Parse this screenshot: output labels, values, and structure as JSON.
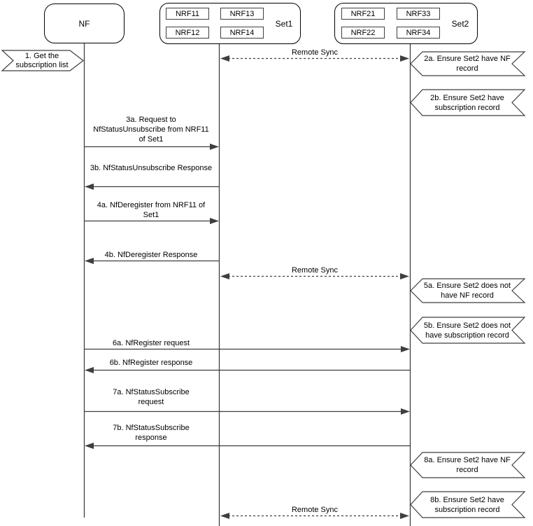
{
  "diagram": {
    "participants": {
      "nf": {
        "label": "NF"
      },
      "set1": {
        "label": "Set1",
        "nodes": [
          "NRF11",
          "NRF13",
          "NRF12",
          "NRF14"
        ]
      },
      "set2": {
        "label": "Set2",
        "nodes": [
          "NRF21",
          "NRF33",
          "NRF22",
          "NRF34"
        ]
      }
    },
    "sync_label": "Remote Sync",
    "notes": {
      "n1": {
        "lines": [
          "1. Get the",
          "subscription list"
        ]
      },
      "n2a": {
        "lines": [
          "2a. Ensure Set2 have NF",
          "record"
        ]
      },
      "n2b": {
        "lines": [
          "2b. Ensure Set2 have",
          "subscription record"
        ]
      },
      "n5a": {
        "lines": [
          "5a. Ensure Set2 does not",
          "have NF record"
        ]
      },
      "n5b": {
        "lines": [
          "5b. Ensure Set2 does not",
          "have subscription record"
        ]
      },
      "n8a": {
        "lines": [
          "8a. Ensure Set2 have NF",
          "record"
        ]
      },
      "n8b": {
        "lines": [
          "8b. Ensure Set2 have",
          "subscription record"
        ]
      }
    },
    "messages": {
      "m3a": {
        "lines": [
          "3a. Request to",
          "NfStatusUnsubscribe from NRF11",
          "of Set1"
        ]
      },
      "m3b": {
        "lines": [
          "3b. NfStatusUnsubscribe Response"
        ]
      },
      "m4a": {
        "lines": [
          "4a. NfDeregister from NRF11 of",
          "Set1"
        ]
      },
      "m4b": {
        "lines": [
          "4b. NfDeregister Response"
        ]
      },
      "m6a": {
        "lines": [
          "6a. NfRegister request"
        ]
      },
      "m6b": {
        "lines": [
          "6b. NfRegister response"
        ]
      },
      "m7a": {
        "lines": [
          "7a. NfStatusSubscribe",
          "request"
        ]
      },
      "m7b": {
        "lines": [
          "7b. NfStatusSubscribe",
          "response"
        ]
      }
    },
    "colors": {
      "background": "#ffffff",
      "line": "#3f3f3f",
      "text": "#000000",
      "shape_fill": "#ffffff"
    }
  }
}
